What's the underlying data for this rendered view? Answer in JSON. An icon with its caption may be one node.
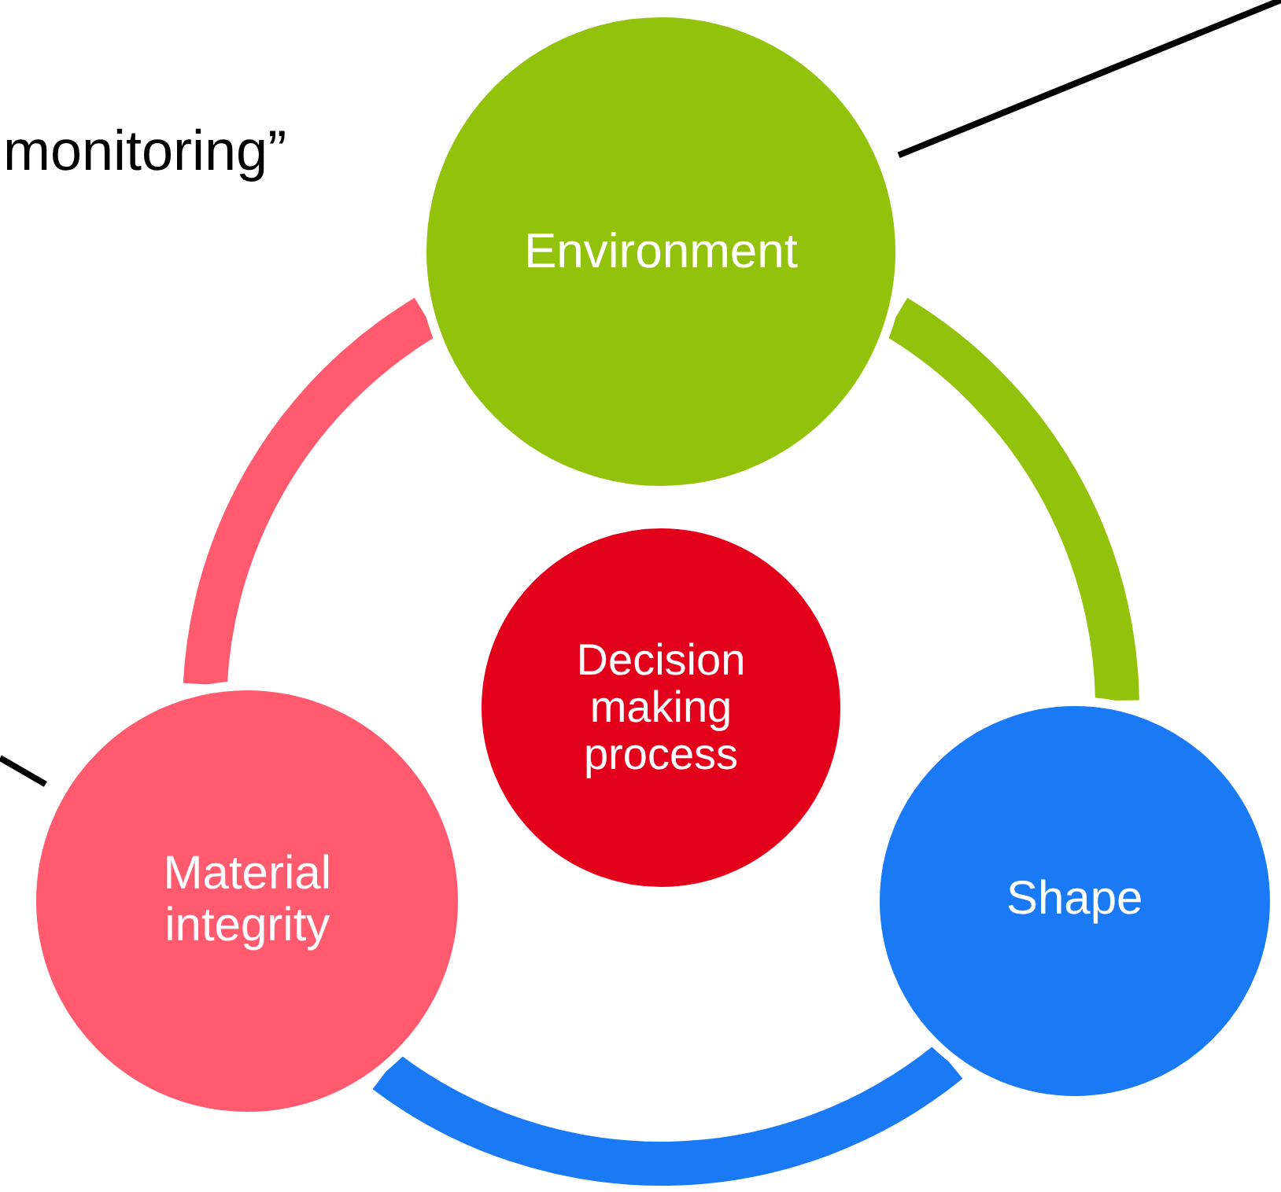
{
  "diagram": {
    "nodes": [
      {
        "text": [
          "Environment"
        ]
      },
      {
        "text": [
          "Decision making process"
        ]
      },
      {
        "text": [
          "Material integrity"
        ]
      },
      {
        "text": [
          "Shape"
        ]
      }
    ],
    "edges": [
      {
        "from": 0,
        "to": 3,
        "arrow": "none",
        "color": "#92c20c"
      },
      {
        "from": 2,
        "to": 3,
        "arrow": "none",
        "color": "#1a7af5"
      },
      {
        "from": 2,
        "to": 0,
        "arrow": "none",
        "color": "#ff5a6e"
      },
      {
        "from": null,
        "to": 0,
        "arrow": "none"
      },
      {
        "from": null,
        "to": 2,
        "arrow": "none"
      }
    ],
    "labels": [
      "monitoring”"
    ]
  }
}
